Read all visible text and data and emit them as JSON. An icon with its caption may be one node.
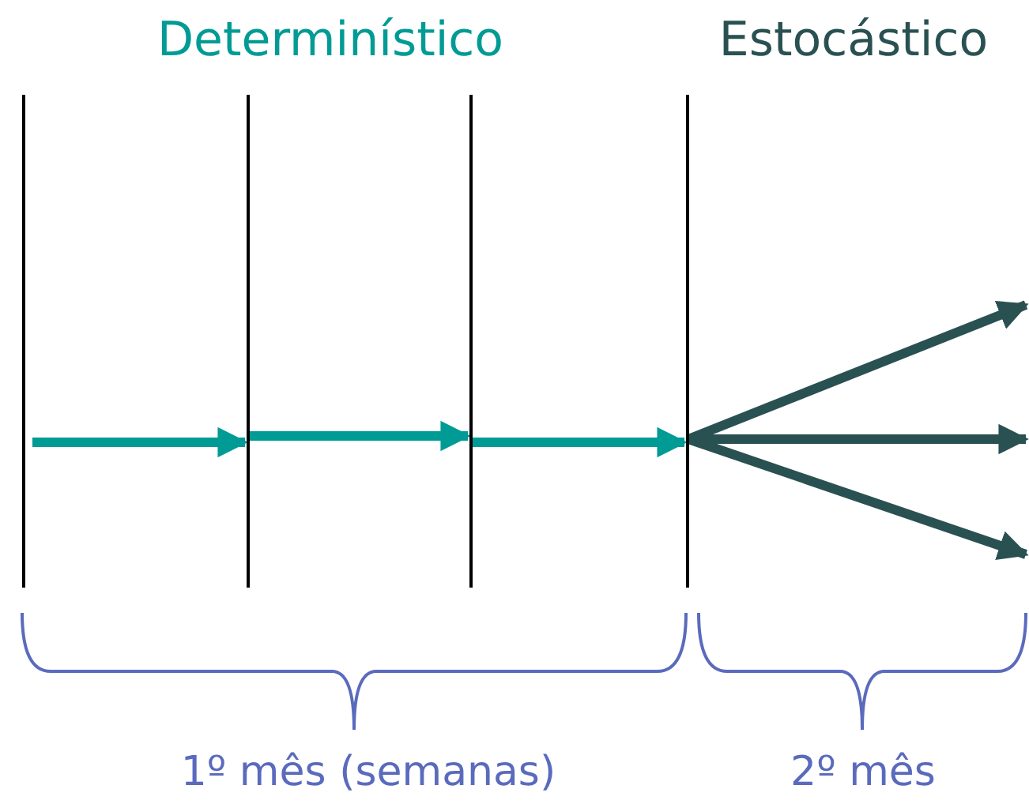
{
  "diagram": {
    "nodes": [
      {
        "text": [],
        "shape": "bar"
      },
      {
        "text": [],
        "shape": "bar"
      },
      {
        "text": [],
        "shape": "bar"
      },
      {
        "text": [],
        "shape": "bar"
      }
    ],
    "edges": [
      {
        "from": 0,
        "to": 1,
        "arrow": "to",
        "color": "#009b95"
      },
      {
        "from": 1,
        "to": 2,
        "arrow": "to",
        "color": "#009b95"
      },
      {
        "from": 2,
        "to": 3,
        "arrow": "to",
        "color": "#009b95"
      },
      {
        "from": 3,
        "to": null,
        "arrow": "to",
        "color": "#2a5152"
      },
      {
        "from": 3,
        "to": null,
        "arrow": "to",
        "color": "#2a5152"
      },
      {
        "from": 3,
        "to": null,
        "arrow": "to",
        "color": "#2a5152"
      }
    ],
    "labels": [
      "Determinístico",
      "Estocástico",
      "1º mês (semanas)",
      "2º mês"
    ]
  }
}
